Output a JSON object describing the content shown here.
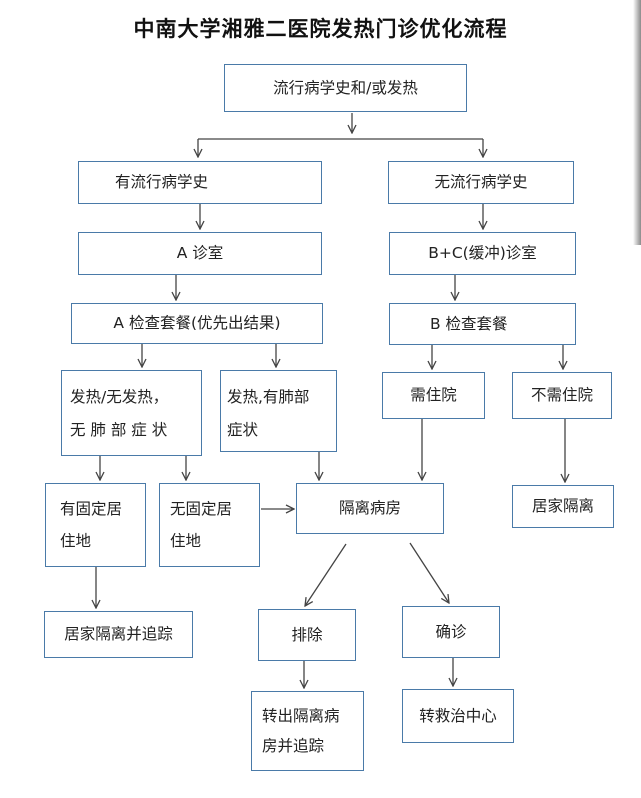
{
  "title": "中南大学湘雅二医院发热门诊优化流程",
  "nodes": {
    "start": "流行病学史和/或发热",
    "has_history": "有流行病学史",
    "no_history": "无流行病学史",
    "clinic_a": "A 诊室",
    "clinic_bc": "B+C(缓冲)诊室",
    "check_a": "A 检查套餐(优先出结果)",
    "check_b": "B 检查套餐",
    "fever_no_lung": [
      "发热/无发热，",
      "无 肺 部 症 状"
    ],
    "fever_lung": [
      "发热,有肺部",
      "症状"
    ],
    "need_hosp": "需住院",
    "no_need_hosp": "不需住院",
    "fixed_home": [
      "有固定居",
      "住地"
    ],
    "no_fixed_home": [
      "无固定居",
      "住地"
    ],
    "isolation_ward": "隔离病房",
    "home_quarantine": "居家隔离",
    "home_quarantine_track": "居家隔离并追踪",
    "exclude": "排除",
    "confirm": "确诊",
    "transfer_out": [
      "转出隔离病",
      "房并追踪"
    ],
    "rescue_center": "转救治中心"
  },
  "colors": {
    "box_border": "#4a7aa8",
    "arrow": "#444444"
  }
}
